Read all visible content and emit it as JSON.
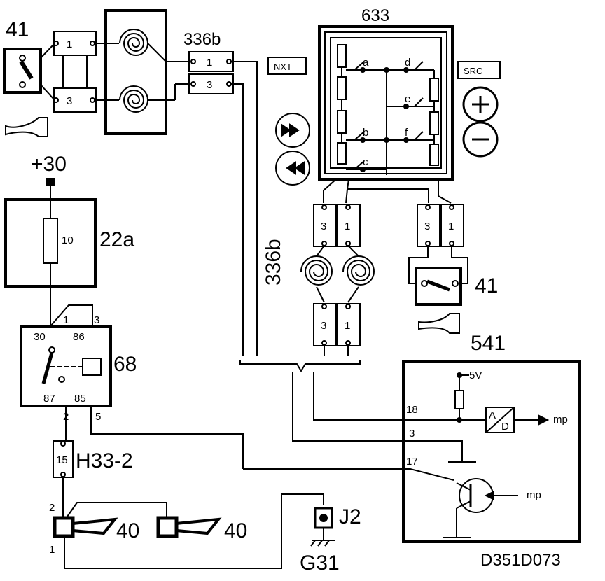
{
  "doc_id": "D351D073",
  "supply": "+30",
  "components": {
    "horn_switch_left": "41",
    "horn_switch_right": "41",
    "connector_top": "336b",
    "connector_vertical": "336b",
    "control_633": "633",
    "fuse_box": "22a",
    "fuse_value": "10",
    "relay": "68",
    "connector_h33": "H33-2",
    "h33_pin": "15",
    "horn_a": "40",
    "horn_b": "40",
    "ground_j2": "J2",
    "ground_g31": "G31",
    "ecu": "541"
  },
  "buttons": {
    "nxt": "NXT",
    "src": "SRC",
    "plus": "+",
    "minus": "−"
  },
  "switch_letters": [
    "a",
    "b",
    "c",
    "d",
    "e",
    "f"
  ],
  "pins": {
    "one": "1",
    "three": "3",
    "two": "2",
    "five": "5",
    "p30": "30",
    "p86": "86",
    "p87": "87",
    "p85": "85",
    "p18": "18",
    "p17": "17"
  },
  "ecu_labels": {
    "vref": "5V",
    "a": "A",
    "d": "D",
    "mp1": "mp",
    "mp2": "mp"
  }
}
